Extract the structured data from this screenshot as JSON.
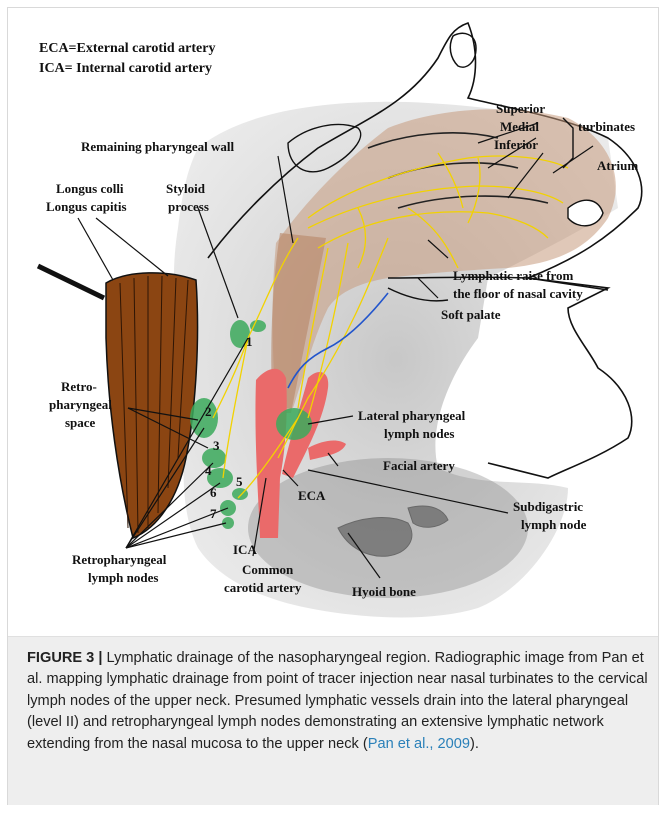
{
  "figure": {
    "abbreviations": [
      "ECA=External carotid artery",
      "ICA= Internal carotid artery"
    ],
    "labels": {
      "superior": "Superior",
      "medial": "Medial",
      "inferior": "Inferior",
      "turbinates": "turbinates",
      "remaining_wall": "Remaining pharyngeal wall",
      "atrium": "Atrium",
      "longus_colli": "Longus colli",
      "longus_capitis": "Longus capitis",
      "styloid_1": "Styloid",
      "styloid_2": "process",
      "lymphatic_raise_1": "Lymphatic raise from",
      "lymphatic_raise_2": "the floor of nasal cavity",
      "soft_palate": "Soft palate",
      "retro_1": "Retro-",
      "retro_2": "pharyngeal",
      "retro_3": "space",
      "lateral_1": "Lateral pharyngeal",
      "lateral_2": "lymph nodes",
      "facial_artery": "Facial artery",
      "eca": "ECA",
      "subdigastric_1": "Subdigastric",
      "subdigastric_2": "lymph node",
      "retro_nodes_1": "Retropharyngeal",
      "retro_nodes_2": "lymph nodes",
      "ica": "ICA",
      "common_1": "Common",
      "common_2": "carotid artery",
      "hyoid": "Hyoid bone"
    },
    "node_numbers": [
      "1",
      "2",
      "3",
      "4",
      "5",
      "6",
      "7"
    ]
  },
  "caption": {
    "title": "FIGURE 3",
    "separator": "|",
    "text": "Lymphatic drainage of the nasopharyngeal region. Radiographic image from Pan et al. mapping lymphatic drainage from point of tracer injection near nasal turbinates to the cervical lymph nodes of the upper neck. Presumed lymphatic vessels drain into the lateral pharyngeal (level II) and retropharyngeal lymph nodes demonstrating an extensive lymphatic network extending from the nasal mucosa to the upper neck (",
    "citation": "Pan et al., 2009",
    "text_end": ")."
  }
}
